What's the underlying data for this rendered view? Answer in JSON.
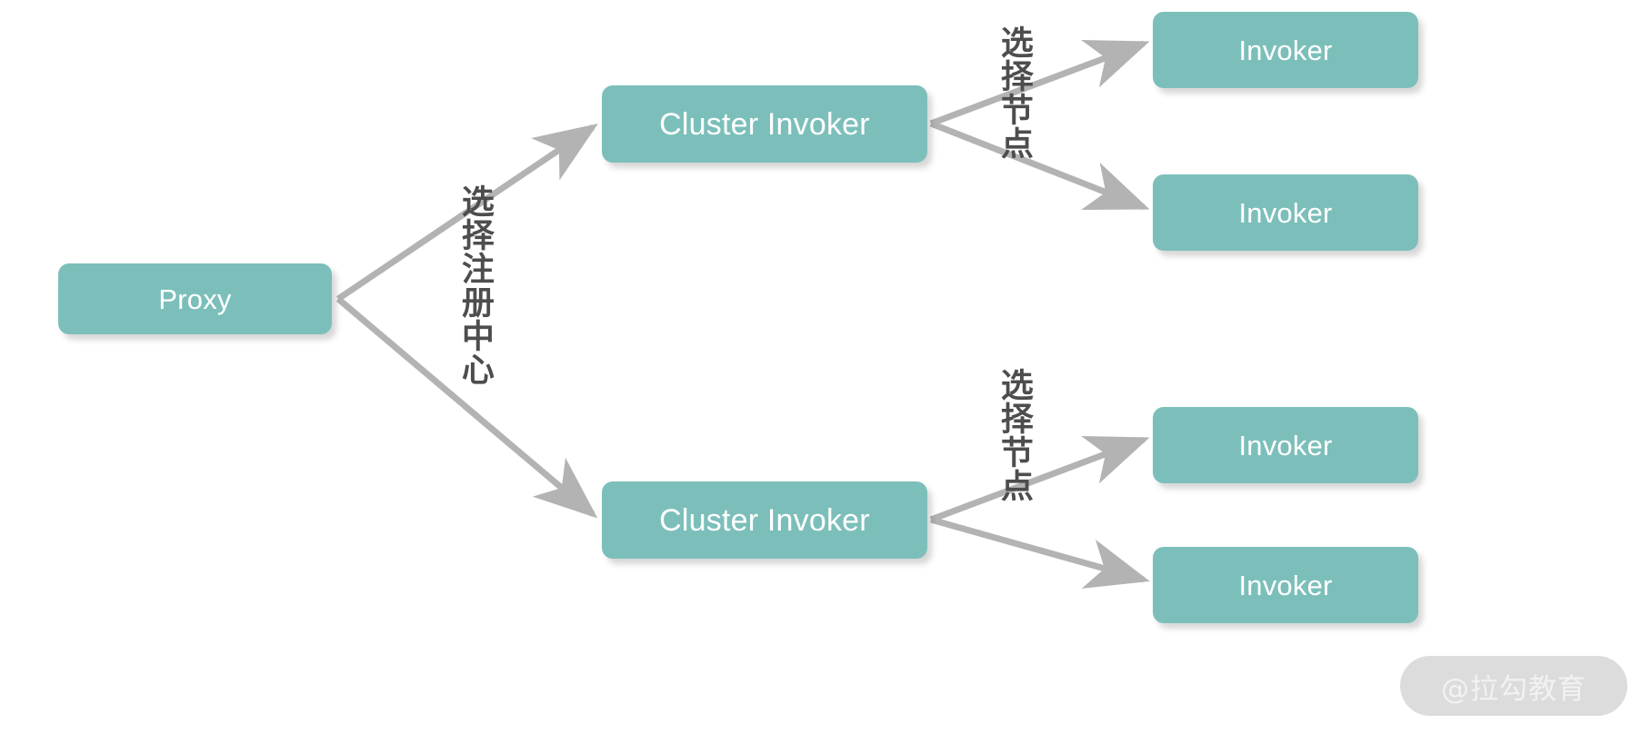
{
  "diagram": {
    "background_color": "#ffffff",
    "node_color": "#7cbfba",
    "node_text_color": "#ffffff",
    "edge_color": "#b3b3b3",
    "edge_label_color": "#4d4d4d",
    "nodes": [
      {
        "id": "proxy",
        "label": "Proxy"
      },
      {
        "id": "cluster-1",
        "label": "Cluster Invoker"
      },
      {
        "id": "cluster-2",
        "label": "Cluster Invoker"
      },
      {
        "id": "invoker-1",
        "label": "Invoker"
      },
      {
        "id": "invoker-2",
        "label": "Invoker"
      },
      {
        "id": "invoker-3",
        "label": "Invoker"
      },
      {
        "id": "invoker-4",
        "label": "Invoker"
      }
    ],
    "edge_labels": [
      {
        "id": "registry",
        "text": "选择注册中心"
      },
      {
        "id": "node-1",
        "text": "选择节点"
      },
      {
        "id": "node-2",
        "text": "选择节点"
      }
    ]
  },
  "watermark": {
    "text": "@拉勾教育",
    "pill_color": "#dcdcdc",
    "text_color": "#f2f2f2"
  }
}
